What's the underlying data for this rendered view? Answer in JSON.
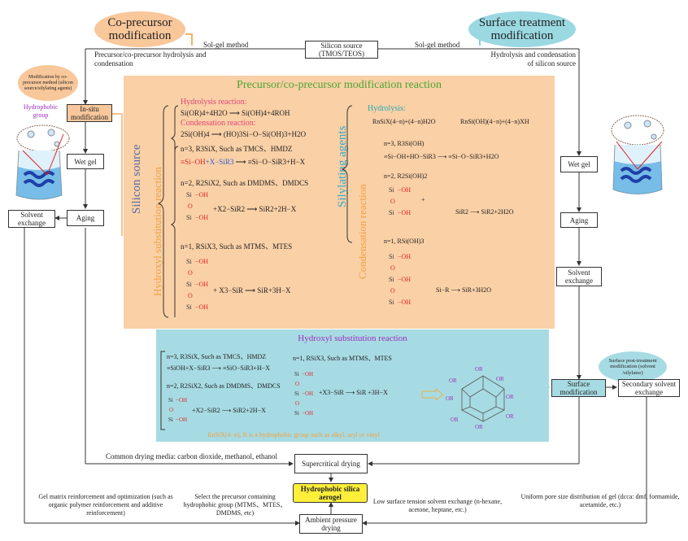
{
  "top": {
    "co_precursor_title": "Co-precursor modification",
    "surface_treatment_title": "Surface treatment modification",
    "silicon_source": "Silicon source (TMOS/TEOS)",
    "sol_gel_left": "Sol-gel method",
    "sol_gel_right": "Sol-gel method",
    "left_hydrolysis": "Precursor/co-precursor hydrolysis and condensation",
    "right_hydrolysis": "Hydrolysis and condensation of silicon source"
  },
  "left_flow": {
    "callout": "Modification by co-precursor method (silicon source/silylating agents)",
    "hydrophobic_group": "Hydrophobic group",
    "in_situ": "In-situ modification",
    "wet_gel": "Wet gel",
    "solvent_exchange": "Solvent exchange",
    "aging": "Aging"
  },
  "right_flow": {
    "wet_gel": "Wet gel",
    "aging": "Aging",
    "solvent_exchange": "Solvent exchange",
    "callout": "Surface post-treatment modification (solvent /silylator)",
    "surface_modification": "Surface modification",
    "secondary_exchange": "Secondary solvent exchange"
  },
  "orange_panel": {
    "title": "Precursor/co-precursor modification reaction",
    "silicon_source_label": "Silicon source",
    "hydroxyl_label": "Hydroxyl substitution reaction",
    "silylating_label": "Silylating agents",
    "condensation_label": "Condensation reaction",
    "hydrolysis_reaction": "Hydrolysis reaction:",
    "hydrolysis_eq": "Si(OR)4+4H2O ⟶ Si(OH)4+4ROH",
    "condensation_reaction": "Condensation reaction:",
    "condensation_eq": "2Si(OH)4 ⟶ (HO)3Si−O−Si(OH)3+H2O",
    "n3_left": "n=3, R3SiX, Such as TMCS、HMDZ",
    "n3_left_eq_a": "≡Si−OH",
    "n3_left_eq_b": "+X−SiR3",
    "n3_left_eq_c": "⟶ ≡Si−O−SiR3+H−X",
    "n2_left": "n=2, R2SiX2, Such as DMDMS、DMDCS",
    "n2_left_eq": "+X2−SiR2 ⟶ SiR2+2H−X",
    "n1_left": "n=1, RSiX3, Such as MTMS、MTES",
    "n1_left_eq": "+ X3−SiR ⟶ SiR+3H−X",
    "hydrolysis_right": "Hydrolysis:",
    "hyd_right_eq1": "RnSiX(4−n)+(4−n)H2O",
    "hyd_right_eq2": "RnSi(OH)(4−n)+(4−n)XH",
    "n3_right": "n=3, R3Si(OH)",
    "n3_right_eq": "≡Si−OH+HO−SiR3 ⟶ ≡Si−O−SiR3+H2O",
    "n2_right": "n=2, R2Si(OH)2",
    "n2_right_eq": "SiR2 ⟶ SiR2+2H2O",
    "n1_right": "n=1, RSi(OH)3",
    "n1_right_eq": "Si−R ⟶ SiR+3H2O",
    "si": "Si",
    "oh": "OH",
    "o": "O"
  },
  "blue_panel": {
    "title": "Hydroxyl substitution reaction",
    "n3": "n=3, R3SiX, Such as TMCS、HMDZ",
    "n3_eq": "≡SiOH+X−SiR3 ⟶ ≡SiO−SiR3+H−X",
    "n1": "n=1, RSiX3, Such as MTMS、MTES",
    "n1_eq": "+X3−SiR ⟶ SiR +3H−X",
    "n2": "n=2, R2SiX2, Such as DMDMS、DMDCS",
    "n2_eq": "+X2−SiR2 ⟶ SiR2+2H−X",
    "footnote": "RnSiX(4−n), R is a hydrophobic group such as alkyl, aryl or vinyl",
    "or": "OR"
  },
  "bottom": {
    "drying_media": "Common drying media: carbon dioxide, methanol, ethanol",
    "supercritical": "Supercritical drying",
    "aerogel": "Hydrophobic silica aerogel",
    "ambient": "Ambient pressure drying",
    "gel_matrix": "Gel matrix reinforcement and optimization (such as organic polymer reinforcement and additive reinforcement)",
    "select_precursor": "Select the precursor containing hydrophobic group (MTMS、MTES、DMDMS, etc)",
    "low_surface": "Low surface tension solvent exchange (n-hexane, acetone, heptane, etc.)",
    "uniform_pore": "Uniform pore size distribution of gel (dcca: dmf, formamide, acetamide, etc.)"
  }
}
